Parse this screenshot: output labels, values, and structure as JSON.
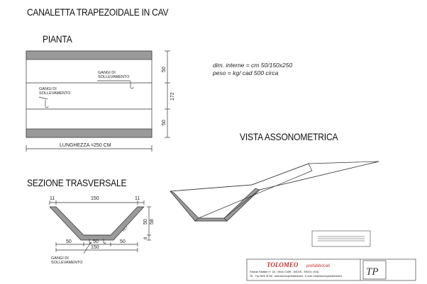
{
  "title": "CANALETTA TRAPEZOIDALE  IN CAV",
  "plan": {
    "heading": "PIANTA",
    "lifting_label_line1": "GANGI DI",
    "lifting_label_line2": "SOLLEVAMENTO",
    "dim_right_top": "50",
    "dim_right_mid": "172",
    "dim_right_bottom": "50",
    "length_label": "LUNGHEZZA =250 CM"
  },
  "specs": {
    "line1": "dim. interne = cm 50/150x250",
    "line2": "peso = kg/ cad  500 circa"
  },
  "axonometric": {
    "heading": "VISTA ASSONOMETRICA"
  },
  "section": {
    "heading": "SEZIONE TRASVERSALE",
    "dim_left_top": "11",
    "dim_top": "150",
    "dim_right_top": "11",
    "dim_right_50": "50",
    "dim_right_58": "58",
    "dim_right_8": "8",
    "slant_label": "70,7",
    "bottom_left_50": "50",
    "bottom_mid_50": "50",
    "bottom_right_50": "50",
    "bottom_150": "150",
    "lifting_label_line1": "GANGI DI",
    "lifting_label_line2": "SOLLEVAMENTO"
  },
  "titleblock": {
    "company": "TOLOMEO",
    "company_sub": "prefabbricati",
    "address": "Strada Statale n° 18 - Bivio Cioffi - 84025 - EBOLI (SA)",
    "contacts": "Tel. - Fax  0828 34708 -  www.tolomeoprefabbricati.it  -  E-mail: info@tolomeoprefabbricati.it",
    "logo": "TP"
  },
  "colors": {
    "concrete_fill": "#9a9a9a",
    "line": "#333333",
    "brand": "#c0312b"
  }
}
